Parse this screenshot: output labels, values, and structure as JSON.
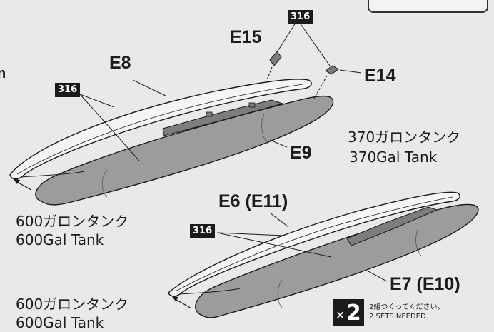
{
  "labels": {
    "e15": "E15",
    "e8": "E8",
    "e14": "E14",
    "e9": "E9",
    "e6": "E6 (E11)",
    "e7": "E7 (E10)",
    "edge_fragment": "n"
  },
  "paint_code": "316",
  "tank_370": {
    "jp": "370ガロンタンク",
    "en": "370Gal Tank"
  },
  "tank_600_upper": {
    "jp": "600ガロンタンク",
    "en": "600Gal Tank"
  },
  "tank_600_lower": {
    "jp": "600ガロンタンク",
    "en": "600Gal Tank"
  },
  "multiplier": {
    "symbol": "×",
    "count": "2"
  },
  "note": {
    "jp": "2組つくってください。",
    "en": "2 SETS NEEDED"
  },
  "colors": {
    "ink": "#1b1b1b",
    "part_fill": "#9c9c9a",
    "part_shade": "#7d7d7b",
    "paper": "#e9e9e7",
    "highlight": "#f5f5f3"
  }
}
